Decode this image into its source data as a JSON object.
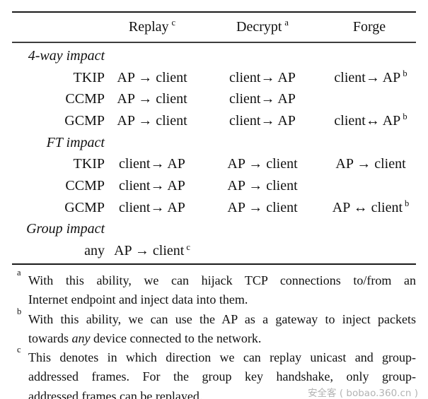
{
  "colors": {
    "text": "#111111",
    "background": "#ffffff",
    "rule": "#1a1a1a",
    "watermark": "#b3b3b3"
  },
  "table": {
    "header": [
      {
        "label": "Replay",
        "sup": "c"
      },
      {
        "label": "Decrypt",
        "sup": "a"
      },
      {
        "label": "Forge",
        "sup": ""
      }
    ],
    "rows": [
      {
        "section": "4-way impact"
      },
      {
        "label": "TKIP",
        "cells": [
          {
            "t": "AP → client"
          },
          {
            "t": "client→ AP"
          },
          {
            "t": "client→ AP",
            "sup": "b"
          }
        ]
      },
      {
        "label": "CCMP",
        "cells": [
          {
            "t": "AP → client"
          },
          {
            "t": "client→ AP"
          },
          null
        ]
      },
      {
        "label": "GCMP",
        "cells": [
          {
            "t": "AP → client"
          },
          {
            "t": "client→ AP"
          },
          {
            "t": "client↔ AP",
            "sup": "b"
          }
        ]
      },
      {
        "section": "FT impact"
      },
      {
        "label": "TKIP",
        "cells": [
          {
            "t": "client→ AP"
          },
          {
            "t": "AP → client"
          },
          {
            "t": "AP → client"
          }
        ]
      },
      {
        "label": "CCMP",
        "cells": [
          {
            "t": "client→ AP"
          },
          {
            "t": "AP → client"
          },
          null
        ]
      },
      {
        "label": "GCMP",
        "cells": [
          {
            "t": "client→ AP"
          },
          {
            "t": "AP → client"
          },
          {
            "t": "AP ↔ client",
            "sup": "b"
          }
        ]
      },
      {
        "section": "Group impact"
      },
      {
        "label": "any",
        "cells": [
          {
            "t": "AP → client",
            "sup": "c"
          },
          null,
          null
        ]
      }
    ]
  },
  "footnotes": [
    {
      "marker": "a",
      "lines": [
        {
          "justify": true,
          "segs": [
            {
              "t": "With this ability, we can hijack TCP connections to/from an"
            }
          ]
        },
        {
          "justify": false,
          "segs": [
            {
              "t": "Internet endpoint and inject data into them."
            }
          ]
        }
      ]
    },
    {
      "marker": "b",
      "lines": [
        {
          "justify": true,
          "segs": [
            {
              "t": "With this ability, we can use the AP as a gateway to inject packets"
            }
          ]
        },
        {
          "justify": false,
          "segs": [
            {
              "t": "towards "
            },
            {
              "t": "any",
              "i": true
            },
            {
              "t": " device connected to the network."
            }
          ]
        }
      ]
    },
    {
      "marker": "c",
      "lines": [
        {
          "justify": true,
          "segs": [
            {
              "t": "This denotes in which direction we can replay unicast and group-"
            }
          ]
        },
        {
          "justify": true,
          "segs": [
            {
              "t": "addressed frames. For the group key handshake, only group-"
            }
          ]
        },
        {
          "justify": false,
          "segs": [
            {
              "t": "addressed frames can be replayed."
            }
          ]
        }
      ]
    }
  ],
  "watermark": "安全客 ( bobao.360.cn )"
}
